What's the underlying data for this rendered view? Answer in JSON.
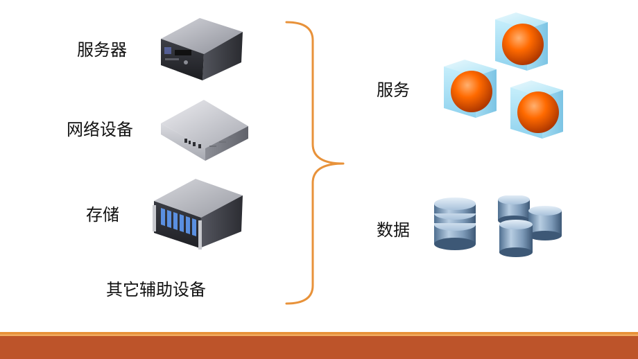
{
  "left_column": {
    "server_label": "服务器",
    "network_label": "网络设备",
    "storage_label": "存储",
    "other_label": "其它辅助设备"
  },
  "right_column": {
    "service_label": "服务",
    "data_label": "数据"
  },
  "icons": {
    "server": "server-rack-icon",
    "network": "network-switch-icon",
    "storage": "storage-array-icon",
    "service": "service-cubes-icon",
    "data": "database-cylinders-icon",
    "brace": "curly-brace-icon"
  },
  "colors": {
    "brace": "#e8923a",
    "footer_outer": "#e8923a",
    "footer_inner": "#bd542a",
    "orb": "#ff6a00",
    "cube": "#aee4f6",
    "database": "#6f8fad"
  }
}
